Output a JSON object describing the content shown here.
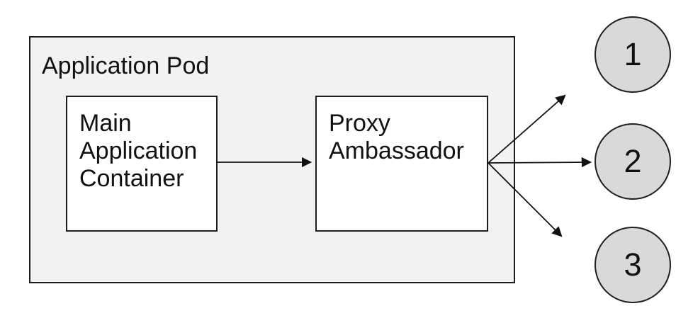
{
  "diagram": {
    "pod": {
      "label": "Application Pod"
    },
    "nodes": [
      {
        "id": "main-application-container",
        "lines": [
          "Main",
          "Application",
          "Container"
        ]
      },
      {
        "id": "proxy-ambassador",
        "lines": [
          "Proxy",
          "Ambassador"
        ]
      }
    ],
    "endpoints": [
      {
        "label": "1"
      },
      {
        "label": "2"
      },
      {
        "label": "3"
      }
    ],
    "colors": {
      "pod_fill": "#f2f2f2",
      "node_fill": "#ffffff",
      "endpoint_fill": "#d9d9d9",
      "stroke": "#1e1e1e",
      "arrow": "#111111",
      "text": "#111111"
    }
  }
}
